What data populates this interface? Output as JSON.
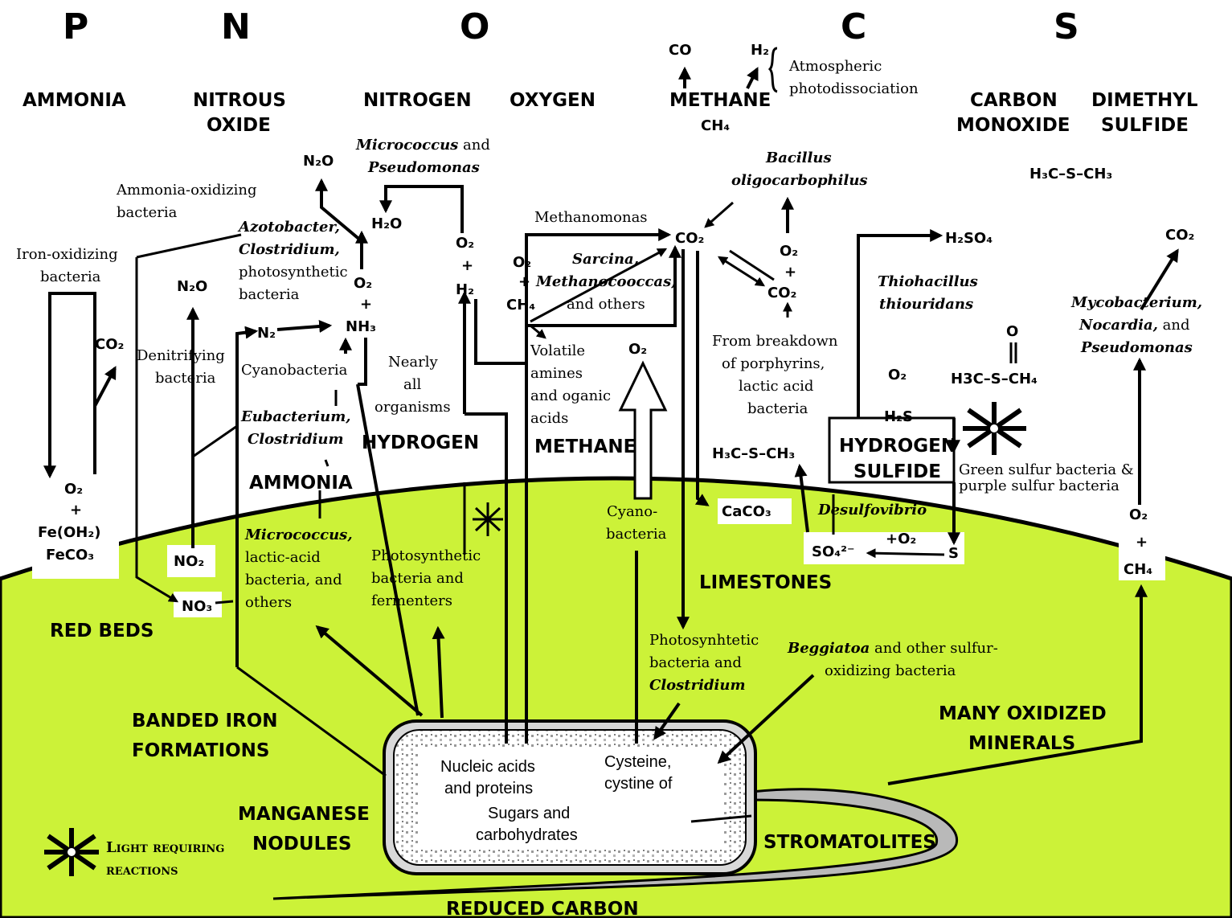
{
  "colors": {
    "earth": "#ccf238",
    "ink": "#000000",
    "white": "#ffffff",
    "cell_border": "#7a7a7a"
  },
  "elements": [
    "P",
    "N",
    "O",
    "C",
    "S"
  ],
  "gases": {
    "ammonia": "AMMONIA",
    "nitrous_oxide_1": "NITROUS",
    "nitrous_oxide_2": "OXIDE",
    "nitrogen": "NITROGEN",
    "oxygen": "OXYGEN",
    "methane": "METHANE",
    "methane_formula": "CH₄",
    "carbon_monoxide_1": "CARBON",
    "carbon_monoxide_2": "MONOXIDE",
    "dimethyl_sulfide_1": "DIMETHYL",
    "dimethyl_sulfide_2": "SULFIDE"
  },
  "atmosphere": {
    "co": "CO",
    "h2": "H₂",
    "photodissociation_1": "Atmospheric",
    "photodissociation_2": "photodissociation"
  },
  "iron_cycle": {
    "bacteria_1": "Iron-oxidizing",
    "bacteria_2": "bacteria",
    "co2": "CO₂",
    "o2": "O₂",
    "plus": "+",
    "feoh": "Fe(OH₂)",
    "feco3": "FeCO₃"
  },
  "nitrogen_cycle": {
    "ammonia_oxidizing_1": "Ammonia-oxidizing",
    "ammonia_oxidizing_2": "bacteria",
    "n2o_top": "N₂O",
    "n2o_mid": "N₂O",
    "denitrifying_1": "Denitrifying",
    "denitrifying_2": "bacteria",
    "azotobacter": "Azotobacter,",
    "clostridium_1": "Clostridium,",
    "photosynthetic_1": "photosynthetic",
    "photosynthetic_2": "bacteria",
    "o2": "O₂",
    "plus": "+",
    "n2": "N₂",
    "nh3": "NH₃",
    "cyanobacteria": "Cyanobacteria",
    "eubacterium": "Eubacterium,",
    "clostridium_2": "Clostridium",
    "ammonia_surface": "AMMONIA",
    "no2": "NO₂",
    "no3": "NO₃",
    "micrococcus": "Micrococcus,",
    "lactic_1": "lactic-acid",
    "lactic_2": "bacteria, and",
    "lactic_3": "others"
  },
  "hydrogen_cycle": {
    "micrococcus_1": "Micrococcus",
    "micrococcus_and": " and",
    "pseudomonas": "Pseudomonas",
    "h2o": "H₂O",
    "o2": "O₂",
    "plus": "+",
    "h2": "H₂",
    "nearly_1": "Nearly",
    "nearly_2": "all",
    "nearly_3": "organisms",
    "hydrogen_surface": "HYDROGEN",
    "photosynthetic_1": "Photosynthetic",
    "photosynthetic_2": "bacteria and",
    "photosynthetic_3": "fermenters"
  },
  "methane_cycle": {
    "methanomonas": "Methanomonas",
    "o2": "O₂",
    "plus": "+",
    "ch4": "CH₄",
    "sarcina": "Sarcina,",
    "methanococcus": "Methanocooccas,",
    "and_others": "and others",
    "volatile_1": "Volatile",
    "volatile_2": "amines",
    "volatile_3": "and oganic",
    "volatile_4": "acids",
    "methane_surface": "METHANE",
    "o2_arrow": "O₂",
    "cyano_1": "Cyano-",
    "cyano_2": "bacteria"
  },
  "carbon_cycle": {
    "bacillus_1": "Bacillus",
    "bacillus_2": "oligocarbophilus",
    "co2_main": "CO₂",
    "o2": "O₂",
    "plus": "+",
    "co2_right": "CO₂",
    "porphyrin_1": "From breakdown",
    "porphyrin_2": "of porphyrins,",
    "porphyrin_3": "lactic acid",
    "porphyrin_4": "bacteria",
    "caco3": "CaCO₃",
    "limestones": "LIMESTONES",
    "photosynhtetic_1": "Photosynhtetic",
    "photosynhtetic_2": "bacteria and",
    "photosynhtetic_3": "Clostridium"
  },
  "sulfur_cycle": {
    "h2so4": "H₂SO₄",
    "thiohacillus_1": "Thiohacillus",
    "thiohacillus_2": "thiouridans",
    "o2": "O₂",
    "h2s": "H₂S",
    "h3cs": "H₃C–S–CH₃",
    "hydrogen_sulfide_1": "HYDROGEN",
    "hydrogen_sulfide_2": "SULFIDE",
    "desulfovibrio": "Desulfovibrio",
    "so4": "SO₄²⁻",
    "plus_o2": "+O₂",
    "s": "S",
    "green_sulfur_1": "Green sulfur bacteria &",
    "green_sulfur_2": "purple sulfur bacteria",
    "dms_formula": "H₃C–S–CH₃",
    "dmso_o": "O",
    "dmso_formula": "H3C–S–CH₄",
    "beggiatoa": "Beggiatoa",
    "beggiatoa_rest": " and other sulfur-",
    "beggiatoa_2": "oxidizing bacteria"
  },
  "methane_oxidation": {
    "co2": "CO₂",
    "mycobacterium": "Mycobacterium,",
    "nocardia": "Nocardia,",
    "nocardia_rest": " and",
    "pseudomonas": "Pseudomonas",
    "o2": "O₂",
    "plus": "+",
    "ch4": "CH₄"
  },
  "ground": {
    "red_beds": "RED BEDS",
    "banded_1": "BANDED IRON",
    "banded_2": "FORMATIONS",
    "manganese_1": "MANGANESE",
    "manganese_2": "NODULES",
    "stromatolites": "STROMATOLITES",
    "reduced_carbon": "REDUCED CARBON",
    "many_oxidized_1": "MANY OXIDIZED",
    "many_oxidized_2": "MINERALS"
  },
  "cell": {
    "nucleic_1": "Nucleic acids",
    "nucleic_2": "and proteins",
    "cysteine_1": "Cysteine,",
    "cysteine_2": "cystine of",
    "sugars_1": "Sugars and",
    "sugars_2": "carbohydrates"
  },
  "legend": {
    "light_1": "Light requiring",
    "light_2": "reactions"
  }
}
